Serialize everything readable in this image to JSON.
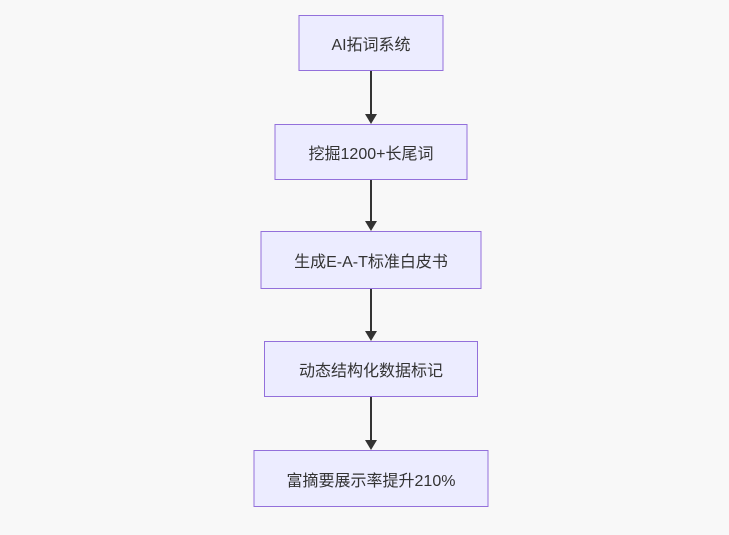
{
  "diagram": {
    "type": "flowchart",
    "direction": "top-down",
    "colors": {
      "node_fill": "#ececff",
      "node_border": "#9370db",
      "node_text": "#333333",
      "arrow": "#333333",
      "background": "#f8f8f8"
    },
    "nodes": [
      {
        "id": "n1",
        "label": "AI拓词系统"
      },
      {
        "id": "n2",
        "label": "挖掘1200+长尾词"
      },
      {
        "id": "n3",
        "label": "生成E-A-T标准白皮书"
      },
      {
        "id": "n4",
        "label": "动态结构化数据标记"
      },
      {
        "id": "n5",
        "label": "富摘要展示率提升210%"
      }
    ],
    "edges": [
      {
        "from": "n1",
        "to": "n2",
        "label": ""
      },
      {
        "from": "n2",
        "to": "n3",
        "label": ""
      },
      {
        "from": "n3",
        "to": "n4",
        "label": ""
      },
      {
        "from": "n4",
        "to": "n5",
        "label": ""
      }
    ]
  }
}
